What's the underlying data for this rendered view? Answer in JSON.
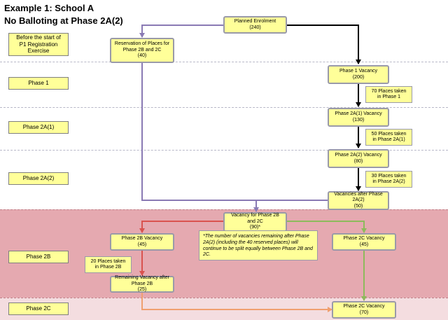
{
  "title": {
    "line1": "Example 1: School A",
    "line2": "No Balloting at Phase 2A(2)"
  },
  "phases": {
    "pre": "Before the start of P1 Registration Exercise",
    "p1": "Phase 1",
    "p2a1": "Phase 2A(1)",
    "p2a2": "Phase 2A(2)",
    "p2b": "Phase 2B",
    "p2c": "Phase 2C"
  },
  "nodes": {
    "planned": {
      "label": "Planned Enrolment",
      "value": "(240)"
    },
    "reservation": {
      "label": "Reservation  of Places for Phase 2B and 2C",
      "value": "(40)"
    },
    "p1_vacancy": {
      "label": "Phase 1 Vacancy",
      "value": "(200)"
    },
    "p2a1_vacancy": {
      "label": "Phase 2A(1) Vacancy",
      "value": "(130)"
    },
    "p2a2_vacancy": {
      "label": "Phase 2A(2) Vacancy",
      "value": "(80)"
    },
    "after_2a2": {
      "label": "Vacancies after Phase 2A(2)",
      "value": "(50)"
    },
    "vacancy_2b2c": {
      "label": "Vacancy for Phase 2B and 2C",
      "value": "(90)*"
    },
    "p2b_vacancy": {
      "label": "Phase 2B Vacancy",
      "value": "(45)"
    },
    "p2c_vacancy_2b": {
      "label": "Phase 2C Vacancy",
      "value": "(45)"
    },
    "remaining_2b": {
      "label": "Remaining  Vacancy after Phase 2B",
      "value": "(25)"
    },
    "p2c_vacancy": {
      "label": "Phase 2C Vacancy",
      "value": "(70)"
    }
  },
  "notes": {
    "taken_p1": {
      "line1": "70 Places taken",
      "line2": "in Phase 1"
    },
    "taken_p2a1": {
      "line1": "50 Places taken",
      "line2": "in Phase 2A(1)"
    },
    "taken_p2a2": {
      "line1": "30 Places taken",
      "line2": "in Phase 2A(2)"
    },
    "taken_p2b": {
      "line1": "20 Places taken",
      "line2": "in Phase 2B"
    }
  },
  "footnote": "*The number of vacancies remaining after Phase 2A(2) (including the 40 reserved places) will continue to be split equally between Phase 2B and 2C.",
  "colors": {
    "box_fill": "#ffff99",
    "band_2b": "#e5a9b0",
    "band_2c": "#f4dde0",
    "arrow_main": "#000000",
    "arrow_reserve": "#8a7ab4",
    "arrow_2b": "#d9534f",
    "arrow_2c": "#8dba5c",
    "arrow_remaining": "#f0a070"
  }
}
